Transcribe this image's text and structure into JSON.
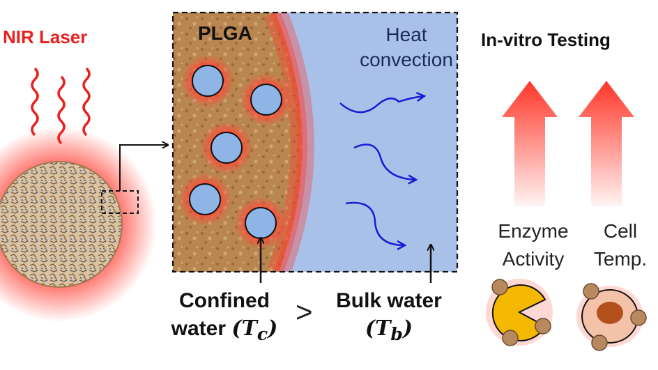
{
  "labels": {
    "nir_laser": "NIR Laser",
    "plga": "PLGA",
    "heat_line1": "Heat",
    "heat_line2": "convection",
    "invitro": "In-vitro Testing",
    "enzyme_line1": "Enzyme",
    "enzyme_line2": "Activity",
    "cell_line1": "Cell",
    "cell_line2": "Temp.",
    "confined_line1": "Confined",
    "confined_line2": "water",
    "confined_symbol": "(T",
    "confined_sub": "c",
    "bulk_line1": "Bulk water",
    "bulk_symbol": "(T",
    "bulk_sub": "b",
    "close_paren": ")",
    "comparator": ">"
  },
  "colors": {
    "laser_red": "#e8211f",
    "water_blue": "#a9c1e8",
    "arrow_blue": "#1a1ad6",
    "plga_brown": "#b98650",
    "pore_blue": "#8fb5e6",
    "glow_red": "#f0685a",
    "pacman_yellow": "#f5b800"
  },
  "icons": {
    "laser_waves": "wavy-lines-icon",
    "sample_disc": "porous-disc-icon",
    "convection_arrows": "curved-arrow-icon",
    "up_arrows": "up-arrow-icon",
    "enzyme": "pacman-enzyme-icon",
    "cell": "cell-icon"
  }
}
